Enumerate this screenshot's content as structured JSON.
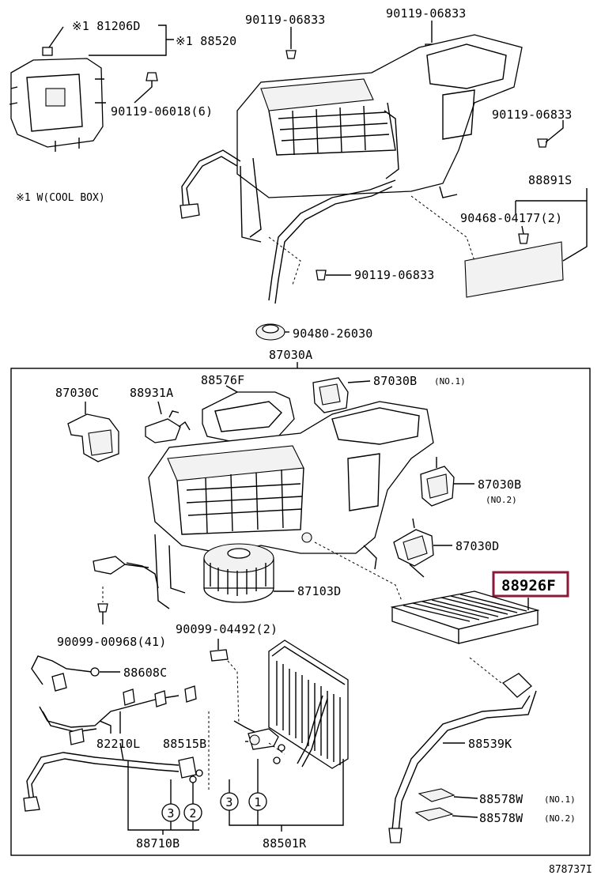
{
  "callouts": {
    "p81206d": "※1 81206D",
    "p88520": "※1 88520",
    "p90119_06833_a": "90119-06833",
    "p90119_06833_b": "90119-06833",
    "p90119_06018": "90119-06018(6)",
    "p90119_06833_c": "90119-06833",
    "p88891s": "88891S",
    "p90468": "90468-04177(2)",
    "p90119_06833_d": "90119-06833",
    "p90480": "90480-26030",
    "p87030a": "87030A",
    "p87030c": "87030C",
    "p88931a": "88931A",
    "p88576f": "88576F",
    "p87030b_1": "87030B",
    "p87030b_1_note": "(NO.1)",
    "p87030b_2": "87030B",
    "p87030b_2_note": "(NO.2)",
    "p87030d": "87030D",
    "p87103d": "87103D",
    "p88926f": "88926F",
    "p90099_00968": "90099-00968(41)",
    "p90099_04492": "90099-04492(2)",
    "p88608c": "88608C",
    "p82210l": "82210L",
    "p88515b": "88515B",
    "p88539k": "88539K",
    "p88578w_1": "88578W",
    "p88578w_1_note": "(NO.1)",
    "p88578w_2": "88578W",
    "p88578w_2_note": "(NO.2)",
    "p88710b": "88710B",
    "p88501r": "88501R",
    "circ3a": "3",
    "circ2": "2",
    "circ3b": "3",
    "circ1": "1"
  },
  "notes": {
    "cool_box": "※1 W(COOL BOX)"
  },
  "footer": {
    "code": "878737I"
  },
  "colors": {
    "highlight": "#8b1a3a",
    "line": "#000000"
  }
}
